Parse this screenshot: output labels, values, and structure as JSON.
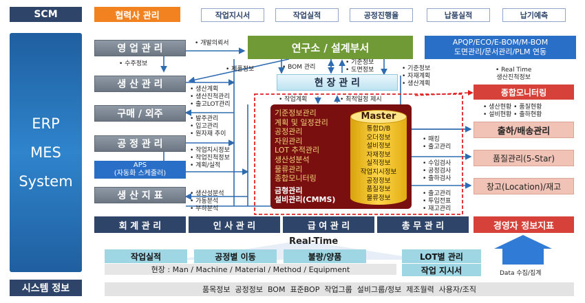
{
  "header": {
    "scm": "SCM",
    "partner": "협력사 관리",
    "tabs": [
      "작업지시서",
      "작업실적",
      "공정진행율",
      "납품실적",
      "납기예측"
    ]
  },
  "erp": [
    "ERP",
    "MES",
    "System"
  ],
  "left_modules": [
    "영 업 관 리",
    "생 산 관 리",
    "구매 / 외주",
    "공 정 관 리",
    "생 산 지 표"
  ],
  "aps": [
    "APS",
    "(자동화 스케줄러)"
  ],
  "research": "연구소 / 설계부서",
  "apqp": [
    "APQP/ECO/E-BOM/M-BOM",
    "도면관리/문서관리/PLM 연동"
  ],
  "field": "현 장 관 리",
  "realtime_label": [
    "• Real Time",
    "생산진척정보"
  ],
  "right_modules": [
    "종합모니터링",
    "출하/배송관리",
    "품질관리(5-Star)",
    "창고(Location)/재고"
  ],
  "core": {
    "items": [
      "기준정보관리",
      "계획 및 일정관리",
      "공정관리",
      "자원관리",
      "LOT 추적관리",
      "생산성분석",
      "물류관리",
      "종합모니터링"
    ],
    "bold_items": [
      "금형관리",
      "설비관리(CMMS)"
    ],
    "master_title": "Master",
    "master_items": [
      "통합D/B",
      "오더정보",
      "설비정보",
      "자재정보",
      "실적정보",
      "작업지시정보",
      "공정정보",
      "품질정보",
      "물류정보"
    ]
  },
  "bottom_modules": [
    "회 계 관 리",
    "인 사 관 리",
    "급 여 관 리",
    "총 무 관 리"
  ],
  "exec": "경영자 정보지표",
  "rt": {
    "title": "Real-Time",
    "boxes": [
      "작업실적",
      "공정별 이동",
      "불량/양품",
      "LOT별 관리"
    ],
    "field_line": "현장 : Man / Machine / Material / Method / Equipment",
    "order": "작업 지시서",
    "data_collect": "Data 수집/집계"
  },
  "sysinfo": {
    "label": "시스템 정보",
    "items": "품목정보  공정정보  BOM  표준BOP  작업그룹  설비그룹/정보  제조월력  사용자/조직"
  },
  "flows": {
    "dev_request": "• 개발의뢰서",
    "order_info": "• 수주정보",
    "product_info": "• 제품정보",
    "bom_mgmt": "• BOM 관리",
    "std_info": [
      "• 기준정보",
      "• 도면정보"
    ],
    "std_plan": [
      "• 기준정보",
      "• 자재계획",
      "• 생산계획"
    ],
    "work_plan": "• 작업계획",
    "optimal": "• 최적일정 제시",
    "prod_plan": [
      "• 생산계획",
      "• 생산진척관리",
      "• 출고LOT관리"
    ],
    "purchase": [
      "• 발주관리",
      "• 입고관리",
      "• 원자재 추이"
    ],
    "process": [
      "• 작업지시정보",
      "• 작업진척정보",
      "• 계획/실적"
    ],
    "index": [
      "• 생산성분석",
      "• 가동분석",
      "• 부하분석"
    ],
    "monitor": [
      "• 생산현황  • 품질현황",
      "• 설비현황  • 출하현황"
    ],
    "shipping": [
      "• 패킹",
      "• 출고관리"
    ],
    "quality": [
      "• 수입검사",
      "• 공정검사",
      "• 출하검사"
    ],
    "warehouse": [
      "• 출고관리",
      "• 투입전표",
      "• 재고관리"
    ]
  }
}
